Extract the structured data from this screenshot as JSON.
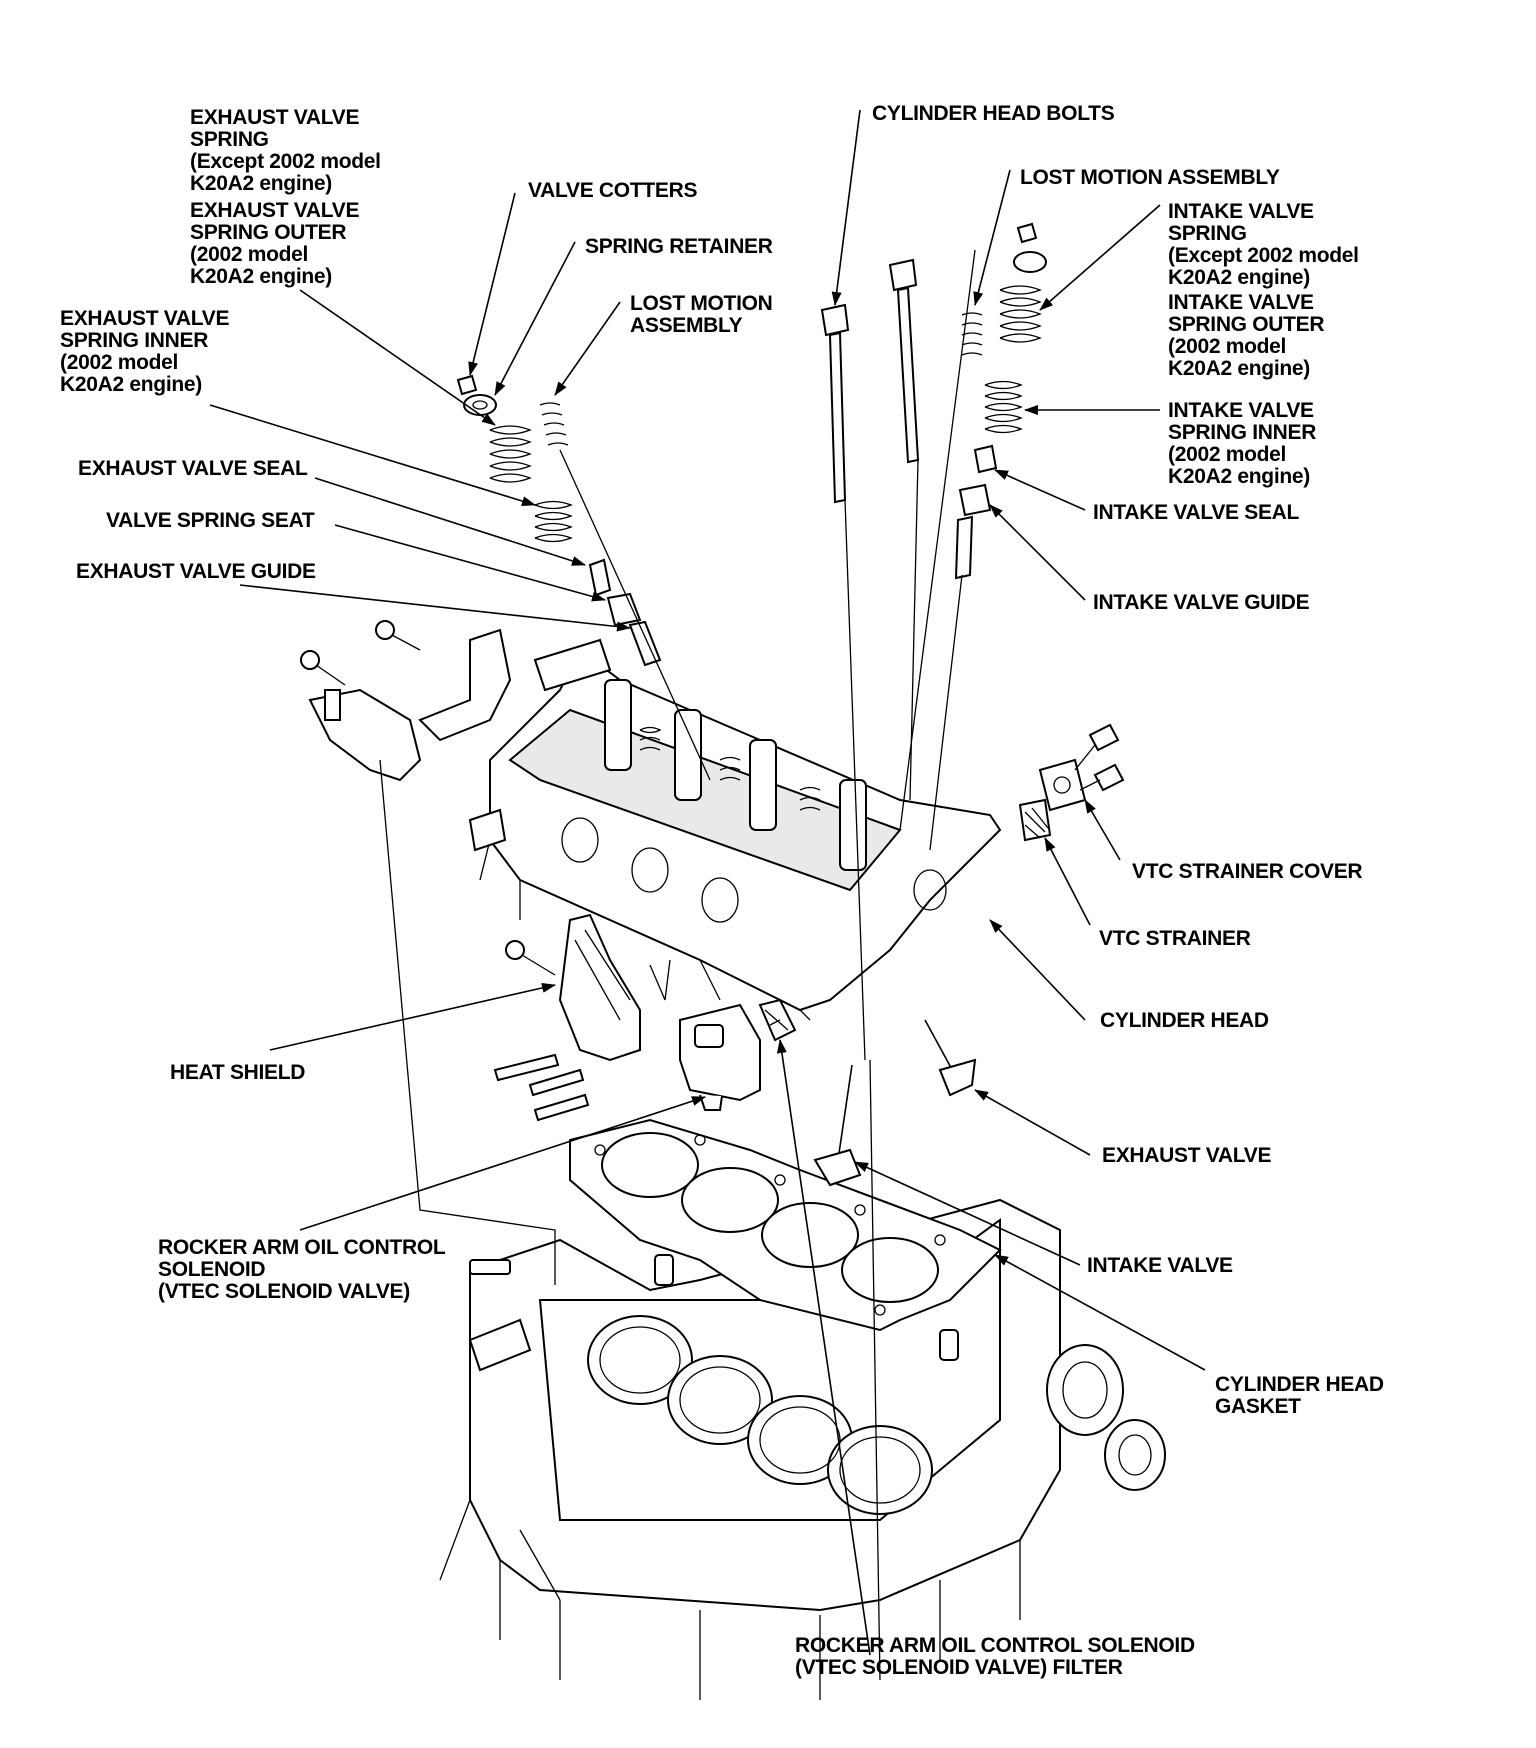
{
  "labels": {
    "exhaust_valve_spring": [
      "EXHAUST VALVE",
      "SPRING",
      "(Except 2002 model",
      "K20A2 engine)"
    ],
    "exhaust_valve_spring_outer": [
      "EXHAUST VALVE",
      "SPRING OUTER",
      "(2002 model",
      "K20A2 engine)"
    ],
    "exhaust_valve_spring_inner": [
      "EXHAUST VALVE",
      "SPRING INNER",
      "(2002 model",
      "K20A2 engine)"
    ],
    "valve_cotters": [
      "VALVE COTTERS"
    ],
    "spring_retainer": [
      "SPRING RETAINER"
    ],
    "lost_motion_assembly_left": [
      "LOST MOTION",
      "ASSEMBLY"
    ],
    "exhaust_valve_seal": [
      "EXHAUST VALVE SEAL"
    ],
    "valve_spring_seat": [
      "VALVE SPRING SEAT"
    ],
    "exhaust_valve_guide": [
      "EXHAUST VALVE GUIDE"
    ],
    "cylinder_head_bolts": [
      "CYLINDER HEAD BOLTS"
    ],
    "lost_motion_assembly_right": [
      "LOST MOTION ASSEMBLY"
    ],
    "intake_valve_spring": [
      "INTAKE VALVE",
      "SPRING",
      "(Except 2002 model",
      "K20A2 engine)"
    ],
    "intake_valve_spring_outer": [
      "INTAKE VALVE",
      "SPRING OUTER",
      "(2002 model",
      "K20A2 engine)"
    ],
    "intake_valve_spring_inner": [
      "INTAKE VALVE",
      "SPRING INNER",
      "(2002 model",
      "K20A2 engine)"
    ],
    "intake_valve_seal": [
      "INTAKE VALVE SEAL"
    ],
    "intake_valve_guide": [
      "INTAKE VALVE GUIDE"
    ],
    "vtc_strainer_cover": [
      "VTC STRAINER COVER"
    ],
    "vtc_strainer": [
      "VTC STRAINER"
    ],
    "cylinder_head": [
      "CYLINDER HEAD"
    ],
    "heat_shield": [
      "HEAT SHIELD"
    ],
    "exhaust_valve": [
      "EXHAUST VALVE"
    ],
    "intake_valve": [
      "INTAKE VALVE"
    ],
    "rocker_arm_oil_control_solenoid": [
      "ROCKER ARM OIL CONTROL",
      "SOLENOID",
      "(VTEC SOLENOID VALVE)"
    ],
    "cylinder_head_gasket": [
      "CYLINDER HEAD",
      "GASKET"
    ],
    "rocker_arm_oil_control_solenoid_filter": [
      "ROCKER ARM OIL CONTROL SOLENOID",
      "(VTEC SOLENOID VALVE) FILTER"
    ]
  }
}
